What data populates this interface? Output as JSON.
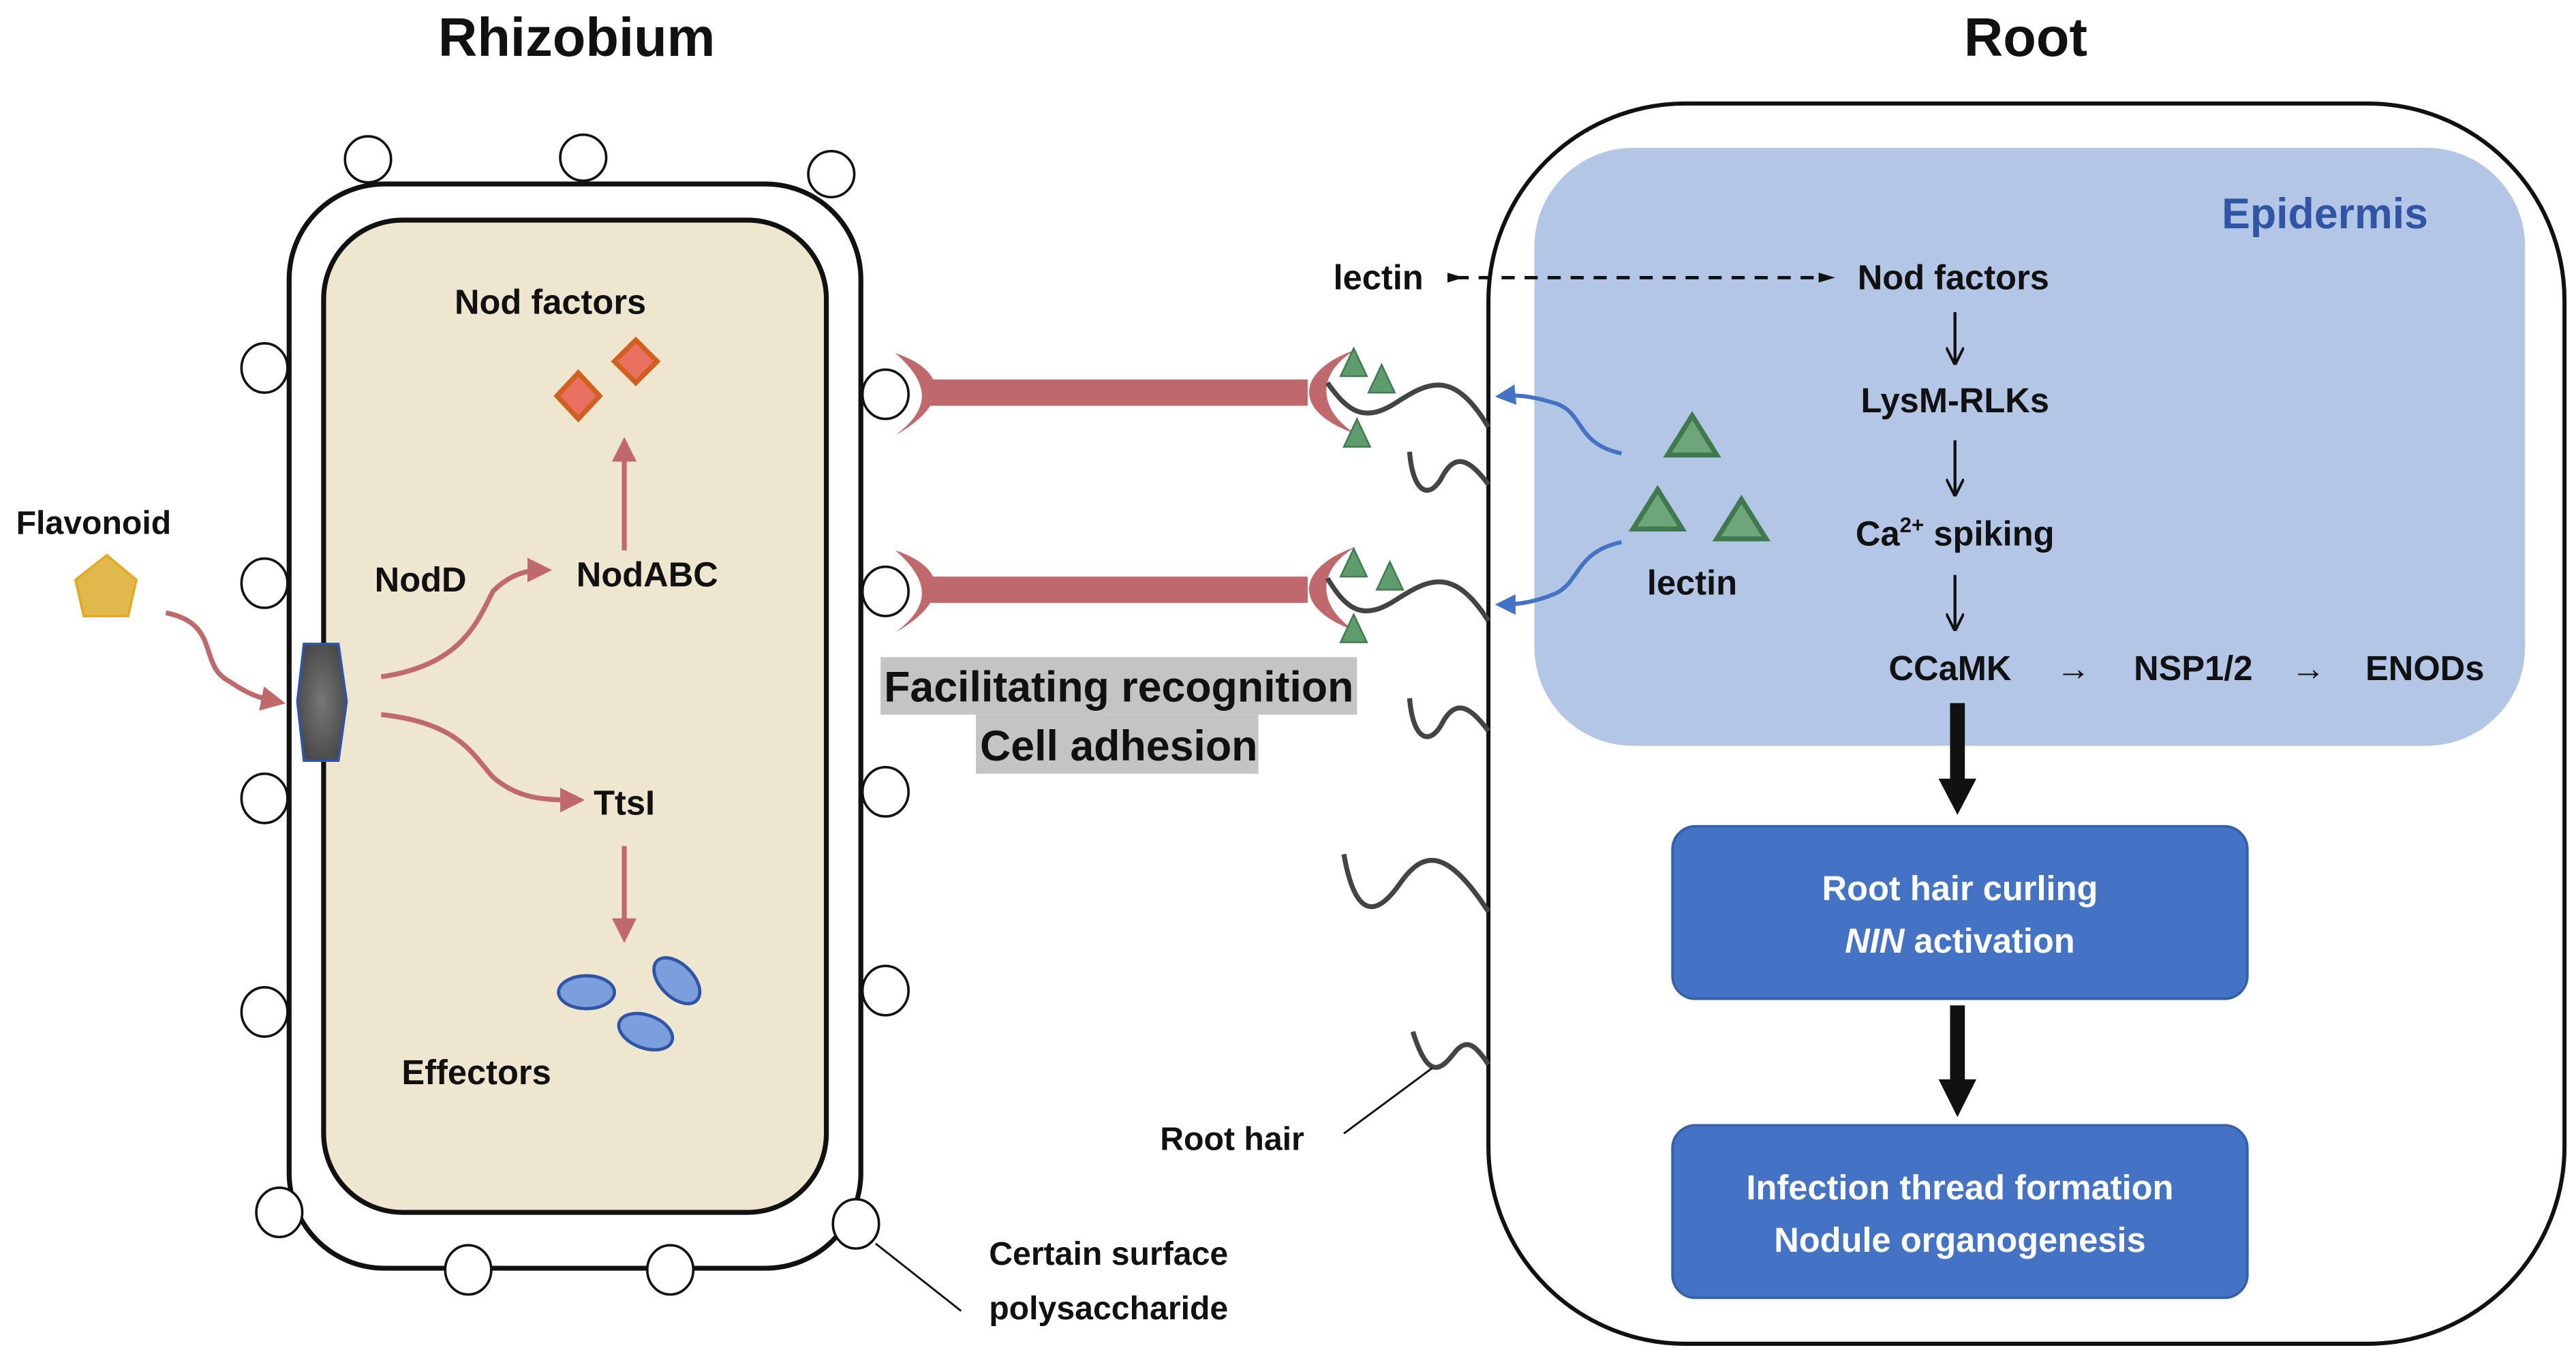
{
  "titles": {
    "rhizobium": "Rhizobium",
    "root": "Root"
  },
  "rhizobium": {
    "nod_factors": "Nod factors",
    "nodd": "NodD",
    "nodabc": "NodABC",
    "ttsi": "TtsI",
    "effectors": "Effectors",
    "flavonoid": "Flavonoid",
    "surface_polysaccharide_line1": "Certain surface",
    "surface_polysaccharide_line2": "polysaccharide"
  },
  "interaction": {
    "caption_line1": "Facilitating recognition",
    "caption_line2": "Cell adhesion",
    "root_hair": "Root hair",
    "lectin_top": "lectin"
  },
  "root": {
    "epidermis": "Epidermis",
    "nod_factors": "Nod factors",
    "lysm": "LysM-RLKs",
    "ca_prefix": "Ca",
    "ca_sup": "2+",
    "ca_suffix": " spiking",
    "ccamk": "CCaMK",
    "nsp": "NSP1/2",
    "enods": "ENODs",
    "lectin": "lectin",
    "arrow_glyph": "→",
    "box1_line1": "Root hair curling",
    "box1_italic": "NIN",
    "box1_line2_rest": " activation",
    "box2_line1": "Infection thread formation",
    "box2_line2": "Nodule organogenesis"
  },
  "colors": {
    "cytoplasm": "#efe6d0",
    "epidermis": "#b3c6e6",
    "box_blue": "#4472c4",
    "adhesin_red": "#c0696c",
    "lectin_green": "#5e9b6d",
    "nod_factor_orange": "#e8705e",
    "effector_blue": "#7b9fdc",
    "flavonoid_yellow": "#e1b84c"
  }
}
